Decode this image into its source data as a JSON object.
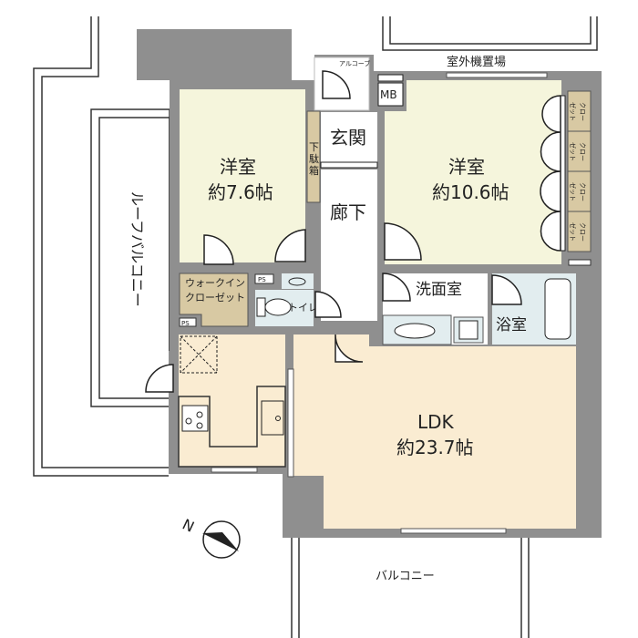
{
  "colors": {
    "wall": "#8f8f8f",
    "bedroom": "#f5f5dc",
    "ldk": "#faecd2",
    "closet": "#d8c9a3",
    "wet": "#e2edef"
  },
  "rooms": {
    "bedroom1": {
      "name": "洋室",
      "size": "約7.6帖"
    },
    "bedroom2": {
      "name": "洋室",
      "size": "約10.6帖"
    },
    "ldk": {
      "name": "LDK",
      "size": "約23.7帖"
    },
    "entrance": "玄関",
    "hallway": "廊下",
    "shoe_box": [
      "下",
      "駄",
      "箱"
    ],
    "alcove": "アルコーブ",
    "mb": "MB",
    "closets": [
      "クロー",
      "ゼット"
    ],
    "walk_in": [
      "ウォークイン",
      "クローゼット"
    ],
    "toilet": "トイレ",
    "washroom": "洗面室",
    "bathroom": "浴室",
    "ps": "PS",
    "outdoor_unit": "室外機置場",
    "roof_balcony": "ルーフバルコニー",
    "balcony": "バルコニー"
  },
  "compass": {
    "label": "N",
    "icon": "north-arrow-icon"
  }
}
